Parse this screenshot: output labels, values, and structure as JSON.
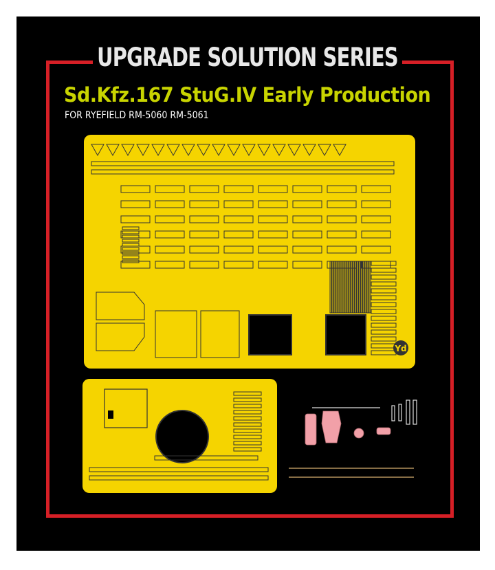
{
  "header": {
    "series": "UPGRADE SOLUTION SERIES",
    "title": "Sd.Kfz.167 StuG.IV Early Production",
    "subtitle": "FOR RYEFIELD RM-5060 RM-5061"
  },
  "logo": {
    "text": "Yd"
  },
  "colors": {
    "background": "#000000",
    "frame": "#d61f26",
    "title": "#c8d400",
    "photo_etch": "#f5d400",
    "resin_parts": "#f2a0a8"
  }
}
